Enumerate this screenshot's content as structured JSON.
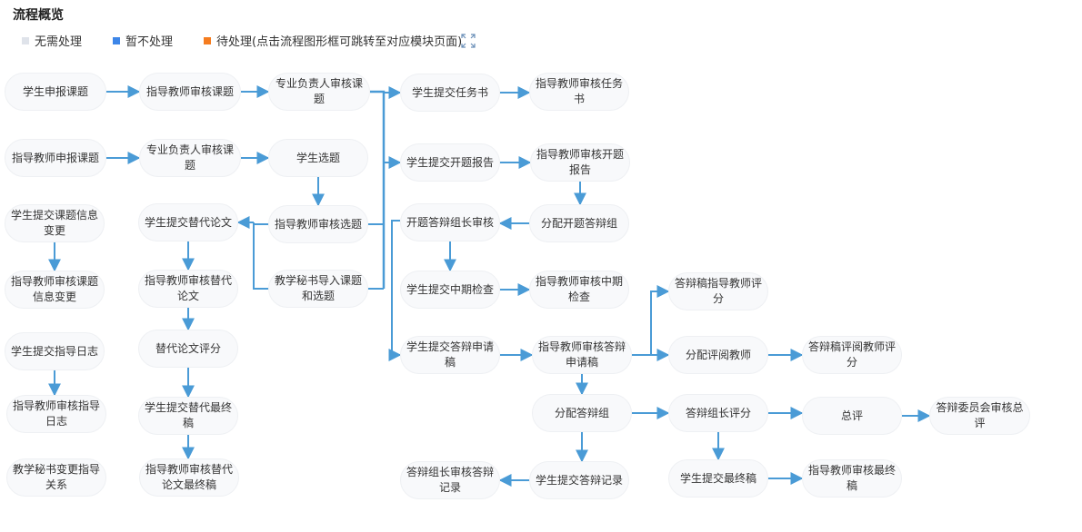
{
  "header": {
    "title": "流程概览",
    "legend": [
      {
        "label": "无需处理",
        "color": "#dfe3ea"
      },
      {
        "label": "暂不处理",
        "color": "#3d86e8"
      },
      {
        "label": "待处理(点击流程图形框可跳转至对应模块页面)",
        "color": "#f57c1f"
      }
    ],
    "expand_icon": "fullscreen-expand-icon"
  },
  "colors": {
    "link": "#4a9bd6",
    "node_bg": "#f8f9fb",
    "node_border": "#eef0f3"
  },
  "nodes": [
    {
      "id": "n1",
      "label": "学生申报课题"
    },
    {
      "id": "n2",
      "label": "指导教师审核课题"
    },
    {
      "id": "n3",
      "label": "专业负责人审核课题"
    },
    {
      "id": "n4",
      "label": "学生提交任务书"
    },
    {
      "id": "n5",
      "label": "指导教师审核任务书"
    },
    {
      "id": "n6",
      "label": "指导教师申报课题"
    },
    {
      "id": "n7",
      "label": "专业负责人审核课题"
    },
    {
      "id": "n8",
      "label": "学生选题"
    },
    {
      "id": "n9",
      "label": "学生提交开题报告"
    },
    {
      "id": "n10",
      "label": "指导教师审核开题报告"
    },
    {
      "id": "n11",
      "label": "学生提交课题信息变更"
    },
    {
      "id": "n12",
      "label": "学生提交替代论文"
    },
    {
      "id": "n13",
      "label": "指导教师审核选题"
    },
    {
      "id": "n14",
      "label": "开题答辩组长审核"
    },
    {
      "id": "n15",
      "label": "分配开题答辩组"
    },
    {
      "id": "n16",
      "label": "指导教师审核课题信息变更"
    },
    {
      "id": "n17",
      "label": "指导教师审核替代论文"
    },
    {
      "id": "n18",
      "label": "教学秘书导入课题和选题"
    },
    {
      "id": "n19",
      "label": "学生提交中期检查"
    },
    {
      "id": "n20",
      "label": "指导教师审核中期检查"
    },
    {
      "id": "n21",
      "label": "答辩稿指导教师评分"
    },
    {
      "id": "n22",
      "label": "学生提交指导日志"
    },
    {
      "id": "n23",
      "label": "替代论文评分"
    },
    {
      "id": "n24",
      "label": "学生提交答辩申请稿"
    },
    {
      "id": "n25",
      "label": "指导教师审核答辩申请稿"
    },
    {
      "id": "n26",
      "label": "分配评阅教师"
    },
    {
      "id": "n27",
      "label": "答辩稿评阅教师评分"
    },
    {
      "id": "n28",
      "label": "指导教师审核指导日志"
    },
    {
      "id": "n29",
      "label": "学生提交替代最终稿"
    },
    {
      "id": "n30",
      "label": "分配答辩组"
    },
    {
      "id": "n31",
      "label": "答辩组长评分"
    },
    {
      "id": "n32",
      "label": "总评"
    },
    {
      "id": "n33",
      "label": "答辩委员会审核总评"
    },
    {
      "id": "n34",
      "label": "教学秘书变更指导关系"
    },
    {
      "id": "n35",
      "label": "指导教师审核替代论文最终稿"
    },
    {
      "id": "n36",
      "label": "答辩组长审核答辩记录"
    },
    {
      "id": "n37",
      "label": "学生提交答辩记录"
    },
    {
      "id": "n38",
      "label": "学生提交最终稿"
    },
    {
      "id": "n39",
      "label": "指导教师审核最终稿"
    }
  ],
  "edges": [
    [
      "n1",
      "n2"
    ],
    [
      "n2",
      "n3"
    ],
    [
      "n3",
      "n4"
    ],
    [
      "n3",
      "n9"
    ],
    [
      "n4",
      "n5"
    ],
    [
      "n6",
      "n7"
    ],
    [
      "n7",
      "n8"
    ],
    [
      "n8",
      "n13"
    ],
    [
      "n13",
      "n4"
    ],
    [
      "n13",
      "n9"
    ],
    [
      "n13",
      "n12"
    ],
    [
      "n18",
      "n4"
    ],
    [
      "n18",
      "n9"
    ],
    [
      "n18",
      "n12"
    ],
    [
      "n9",
      "n10"
    ],
    [
      "n10",
      "n15"
    ],
    [
      "n15",
      "n14"
    ],
    [
      "n14",
      "n19"
    ],
    [
      "n14",
      "n24"
    ],
    [
      "n19",
      "n20"
    ],
    [
      "n24",
      "n25"
    ],
    [
      "n25",
      "n21"
    ],
    [
      "n25",
      "n26"
    ],
    [
      "n25",
      "n30"
    ],
    [
      "n26",
      "n27"
    ],
    [
      "n30",
      "n31"
    ],
    [
      "n30",
      "n37"
    ],
    [
      "n37",
      "n36"
    ],
    [
      "n31",
      "n32"
    ],
    [
      "n31",
      "n38"
    ],
    [
      "n32",
      "n33"
    ],
    [
      "n38",
      "n39"
    ],
    [
      "n11",
      "n16"
    ],
    [
      "n22",
      "n28"
    ],
    [
      "n12",
      "n17"
    ],
    [
      "n17",
      "n23"
    ],
    [
      "n23",
      "n29"
    ],
    [
      "n29",
      "n35"
    ]
  ]
}
